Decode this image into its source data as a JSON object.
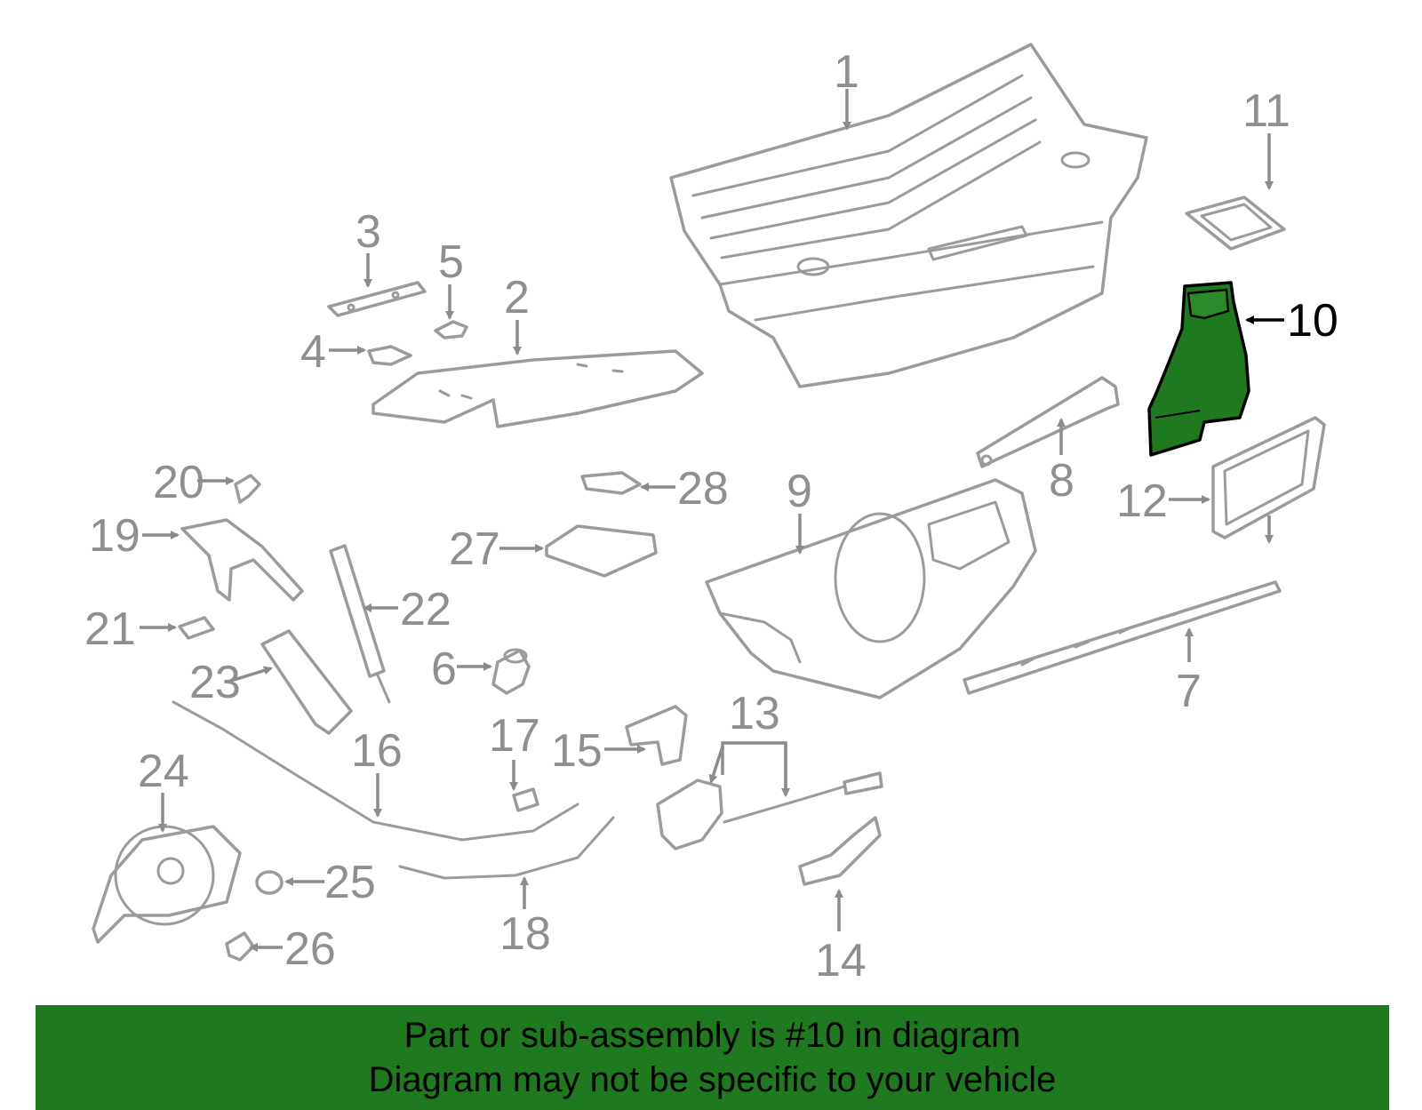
{
  "diagram": {
    "highlight_color": "#1f7a1f",
    "part_stroke_color": "#9b9b9b",
    "callouts": [
      "1",
      "2",
      "3",
      "4",
      "5",
      "6",
      "7",
      "8",
      "9",
      "10",
      "11",
      "12",
      "13",
      "14",
      "15",
      "16",
      "17",
      "18",
      "19",
      "20",
      "21",
      "22",
      "23",
      "24",
      "25",
      "26",
      "27",
      "28"
    ]
  },
  "banner": {
    "line1": "Part or sub-assembly is #10 in diagram",
    "line2": "Diagram may not be specific to your vehicle",
    "background": "#1f7a1f"
  }
}
